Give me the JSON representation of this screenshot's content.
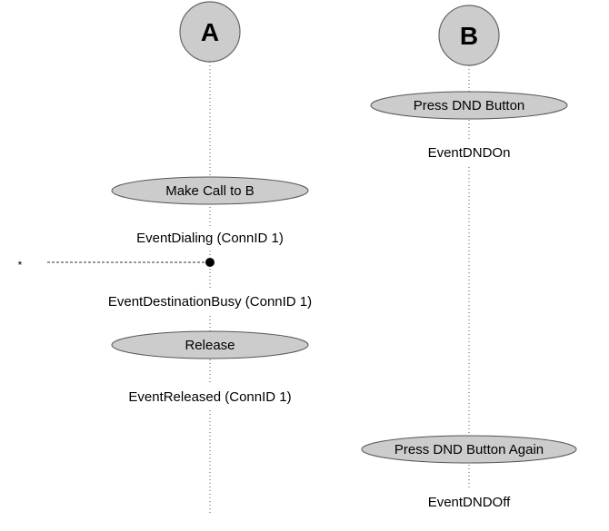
{
  "parties": [
    {
      "id": "a",
      "label": "A"
    },
    {
      "id": "b",
      "label": "B"
    }
  ],
  "actions": {
    "press_dnd": "Press DND Button",
    "make_call": "Make Call to B",
    "release": "Release",
    "press_dnd_again": "Press DND Button Again"
  },
  "events": {
    "dnd_on": "EventDNDOn",
    "dialing": "EventDialing (ConnID 1)",
    "destination_busy": "EventDestinationBusy (ConnID 1)",
    "released": "EventReleased (ConnID 1)",
    "dnd_off": "EventDNDOff"
  },
  "external_marker": "*"
}
